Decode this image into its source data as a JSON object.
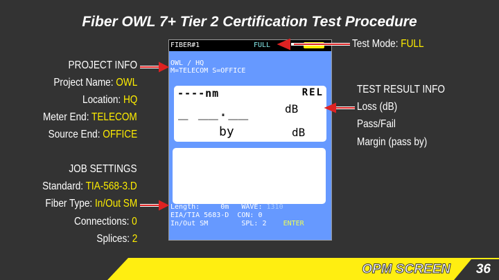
{
  "title": "Fiber OWL 7+ Tier 2 Certification Test Procedure",
  "test_mode": {
    "label": "Test Mode: ",
    "value": "FULL"
  },
  "project": {
    "heading": "PROJECT INFO",
    "rows": [
      {
        "k": "Project Name: ",
        "v": "OWL"
      },
      {
        "k": "Location: ",
        "v": "HQ"
      },
      {
        "k": "Meter End: ",
        "v": "TELECOM"
      },
      {
        "k": "Source End: ",
        "v": "OFFICE"
      }
    ]
  },
  "job": {
    "heading": "JOB SETTINGS",
    "rows": [
      {
        "k": "Standard: ",
        "v": "TIA-568-3.D"
      },
      {
        "k": "Fiber Type: ",
        "v": "In/Out SM"
      },
      {
        "k": "Connections: ",
        "v": "0"
      },
      {
        "k": "Splices: ",
        "v": "2"
      }
    ]
  },
  "result": {
    "heading": "TEST RESULT INFO",
    "items": [
      "Loss (dB)",
      "Pass/Fail",
      "Margin (pass by)"
    ]
  },
  "screen": {
    "fiber": "FIBER#1",
    "mode": "FULL",
    "line1": "OWL / HQ",
    "line2": "M=TELECOM S=OFFICE",
    "nm": "----nm",
    "rel": "REL",
    "loss": "_ __.__",
    "db1": "dB",
    "by": "by",
    "db2": "dB",
    "length_label": "Length:",
    "length_value": "0m",
    "wave_label": "WAVE:",
    "wave_value": "1310",
    "standard": "EIA/TIA 5683-D",
    "con": "CON: 0",
    "fiber_type": "In/Out SM",
    "spl": "SPL: 2",
    "enter": "ENTER"
  },
  "footer": {
    "label": "OPM SCREEN",
    "page": "36"
  }
}
